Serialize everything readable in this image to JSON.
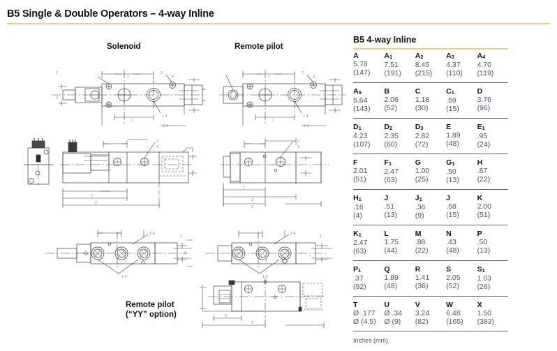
{
  "page": {
    "title": "B5 Single & Double Operators – 4-way Inline",
    "accent_color": "#f2d083",
    "rule_color": "#5a5f66",
    "value_color": "#4a5568"
  },
  "drawings": {
    "heading_left": "Solenoid",
    "heading_right": "Remote pilot",
    "yy_label_line1": "Remote pilot",
    "yy_label_line2": "(“YY” option)"
  },
  "table": {
    "title": "B5 4-way Inline",
    "footnote": "Inches (mm)",
    "rows": [
      [
        {
          "key": "A",
          "sub": "",
          "in": "5.78",
          "mm": "(147)"
        },
        {
          "key": "A",
          "sub": "1",
          "in": "7.51",
          "mm": "(191)"
        },
        {
          "key": "A",
          "sub": "2",
          "in": "8.45",
          "mm": "(215)"
        },
        {
          "key": "A",
          "sub": "3",
          "in": "4.37",
          "mm": "(110)"
        },
        {
          "key": "A",
          "sub": "4",
          "in": "4.70",
          "mm": "(119)"
        }
      ],
      [
        {
          "key": "A",
          "sub": "5",
          "in": "5.64",
          "mm": "(143)"
        },
        {
          "key": "B",
          "sub": "",
          "in": "2.06",
          "mm": "(52)"
        },
        {
          "key": "C",
          "sub": "",
          "in": "1.18",
          "mm": "(30)"
        },
        {
          "key": "C",
          "sub": "1",
          "in": ".59",
          "mm": "(15)"
        },
        {
          "key": "D",
          "sub": "",
          "in": "3.76",
          "mm": "(96)"
        }
      ],
      [
        {
          "key": "D",
          "sub": "1",
          "in": "4.23",
          "mm": "(107)"
        },
        {
          "key": "D",
          "sub": "2",
          "in": "2.35",
          "mm": "(60)"
        },
        {
          "key": "D",
          "sub": "3",
          "in": "2.82",
          "mm": "(72)"
        },
        {
          "key": "E",
          "sub": "",
          "in": "1.89",
          "mm": "(48)"
        },
        {
          "key": "E",
          "sub": "1",
          "in": ".95",
          "mm": "(24)"
        }
      ],
      [
        {
          "key": "F",
          "sub": "",
          "in": "2.01",
          "mm": "(51)"
        },
        {
          "key": "F",
          "sub": "1",
          "in": "2.47",
          "mm": "(63)"
        },
        {
          "key": "G",
          "sub": "",
          "in": "1.00",
          "mm": "(25)"
        },
        {
          "key": "G",
          "sub": "1",
          "in": ".50",
          "mm": "(13)"
        },
        {
          "key": "H",
          "sub": "",
          "in": ".87",
          "mm": "(22)"
        }
      ],
      [
        {
          "key": "H",
          "sub": "1",
          "in": ".16",
          "mm": "(4)"
        },
        {
          "key": "J",
          "sub": "",
          "in": ".51",
          "mm": "(13)"
        },
        {
          "key": "J",
          "sub": "1",
          "in": ".36",
          "mm": "(9)"
        },
        {
          "key": "J",
          "sub": "",
          "in": ".58",
          "mm": "(15)"
        },
        {
          "key": "K",
          "sub": "",
          "in": "2.00",
          "mm": "(51)"
        }
      ],
      [
        {
          "key": "K",
          "sub": "1",
          "in": "2.47",
          "mm": "(63)"
        },
        {
          "key": "L",
          "sub": "",
          "in": "1.75",
          "mm": "(44)"
        },
        {
          "key": "M",
          "sub": "",
          "in": ".88",
          "mm": "(22)"
        },
        {
          "key": "N",
          "sub": "",
          "in": ".43",
          "mm": "(48)"
        },
        {
          "key": "P",
          "sub": "",
          "in": ".50",
          "mm": "(13)"
        }
      ],
      [
        {
          "key": "P",
          "sub": "1",
          "in": ".37",
          "mm": "(92)"
        },
        {
          "key": "Q",
          "sub": "",
          "in": "1.89",
          "mm": "(48)"
        },
        {
          "key": "R",
          "sub": "",
          "in": "1.41",
          "mm": "(36)"
        },
        {
          "key": "S",
          "sub": "",
          "in": "2.05",
          "mm": "(52)"
        },
        {
          "key": "S",
          "sub": "1",
          "in": "1.03",
          "mm": "(26)"
        }
      ],
      [
        {
          "key": "T",
          "sub": "",
          "in": "Ø .177",
          "mm": "Ø (4.5)"
        },
        {
          "key": "U",
          "sub": "",
          "in": "Ø .34",
          "mm": "Ø (9)"
        },
        {
          "key": "V",
          "sub": "",
          "in": "3.24",
          "mm": "(82)"
        },
        {
          "key": "W",
          "sub": "",
          "in": "6.48",
          "mm": "(165)"
        },
        {
          "key": "X",
          "sub": "",
          "in": "1.50",
          "mm": "(383)"
        }
      ]
    ]
  }
}
